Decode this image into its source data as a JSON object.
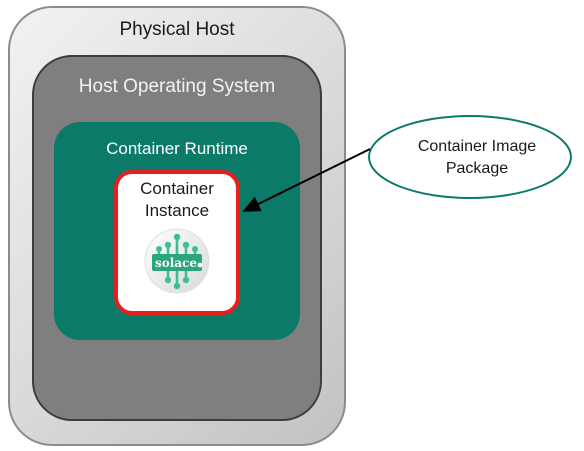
{
  "labels": {
    "physical_host": "Physical Host",
    "host_os": "Host Operating System",
    "container_runtime": "Container Runtime",
    "container_instance_line1": "Container",
    "container_instance_line2": "Instance",
    "image_package_line1": "Container Image",
    "image_package_line2": "Package",
    "logo_text": "solace"
  },
  "icons": {
    "logo": "solace-logo-icon",
    "arrow": "arrow-icon"
  },
  "colors": {
    "runtime": "#0b7a68",
    "instance_border": "#e81e1e",
    "package_border": "#0b7a68",
    "logo_accent": "#3dbf92"
  }
}
